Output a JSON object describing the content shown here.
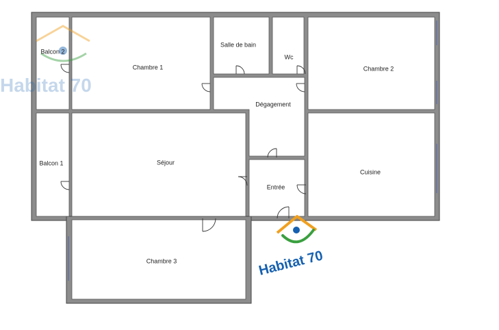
{
  "colors": {
    "wall": "#8c8c8c",
    "wall_edge": "#444444",
    "floor": "#ffffff",
    "door": "#333333",
    "window": "#5a6aa8",
    "logo_orange": "#f0a020",
    "logo_green": "#3aa040",
    "logo_blue": "#1560b0"
  },
  "rooms": {
    "balcon2": "Balcon 2",
    "chambre1": "Chambre 1",
    "salle_de_bain": "Salle de bain",
    "wc": "Wc",
    "chambre2": "Chambre 2",
    "degagement": "Dégagement",
    "balcon1": "Balcon 1",
    "sejour": "Séjour",
    "entree": "Entrée",
    "cuisine": "Cuisine",
    "chambre3": "Chambre 3"
  },
  "watermark": {
    "brand": "Habitat 70"
  }
}
